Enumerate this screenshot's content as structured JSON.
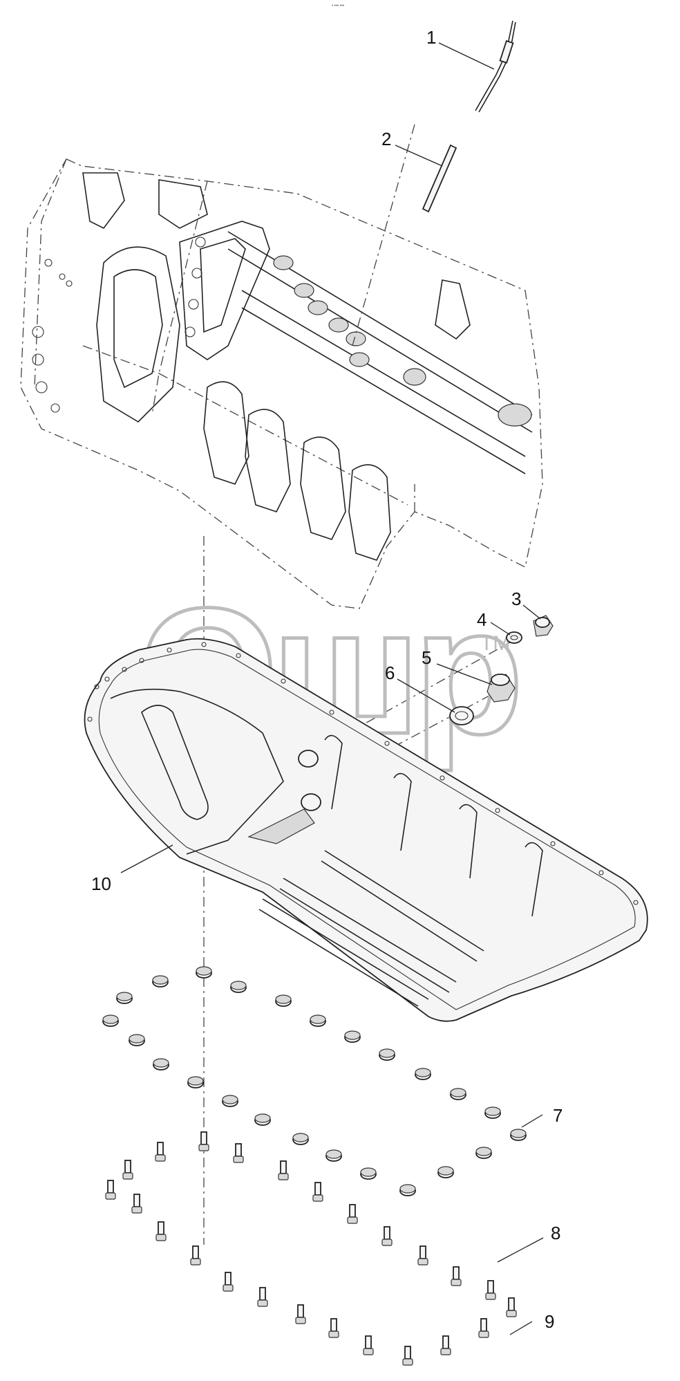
{
  "header": {
    "code": "• ••• •••"
  },
  "watermark": {
    "text": "Ошр",
    "mark": "TM"
  },
  "callouts": [
    {
      "id": "1",
      "label": "1"
    },
    {
      "id": "2",
      "label": "2"
    },
    {
      "id": "3",
      "label": "3"
    },
    {
      "id": "4",
      "label": "4"
    },
    {
      "id": "5",
      "label": "5"
    },
    {
      "id": "6",
      "label": "6"
    },
    {
      "id": "7",
      "label": "7"
    },
    {
      "id": "8",
      "label": "8"
    },
    {
      "id": "9",
      "label": "9"
    },
    {
      "id": "10",
      "label": "10"
    }
  ],
  "colors": {
    "line": "#222222",
    "watermark": "#bdbdbd",
    "background": "#ffffff"
  }
}
